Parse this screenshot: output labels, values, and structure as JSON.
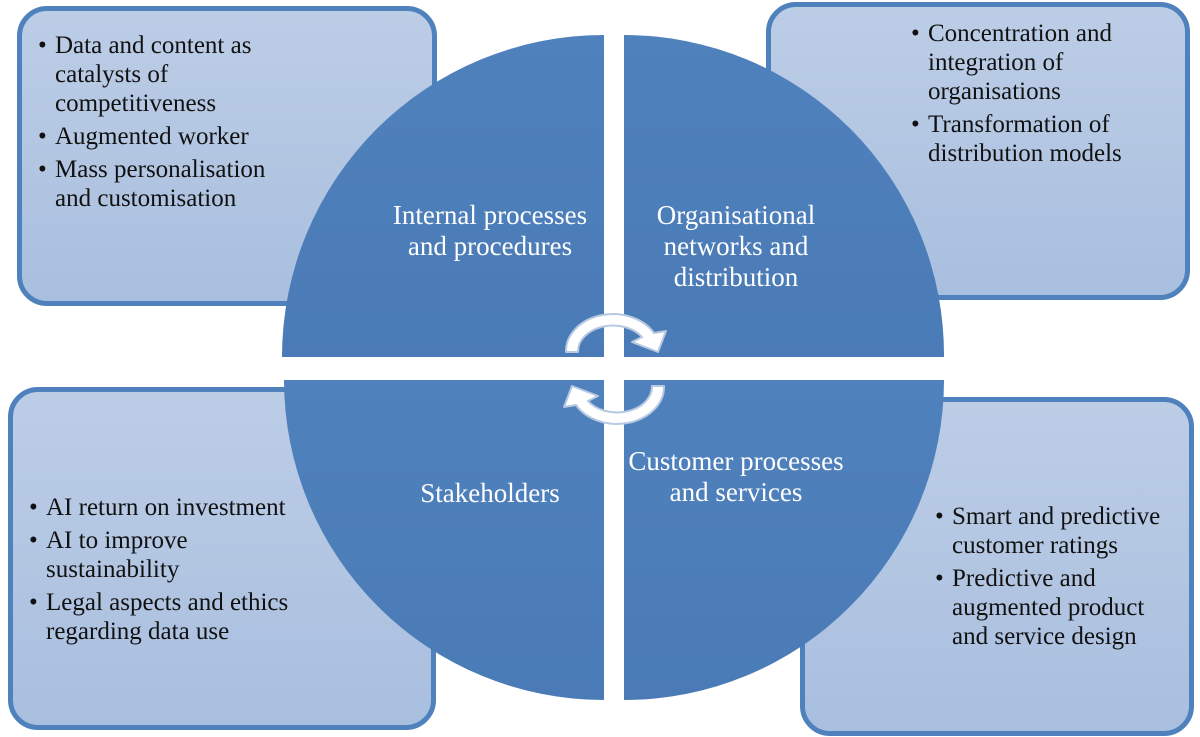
{
  "quadrants": {
    "top_left": {
      "label": "Internal processes and procedures",
      "bullets": [
        "Data and content as catalysts of competitiveness",
        "Augmented worker",
        "Mass personalisation and customisation"
      ]
    },
    "top_right": {
      "label": "Organisational networks and distribution",
      "bullets": [
        "Concentration and integration of organisations",
        "Transformation of distribution models"
      ]
    },
    "bottom_left": {
      "label": "Stakeholders",
      "bullets": [
        "AI return on investment",
        "AI to improve sustainability",
        "Legal aspects and ethics regarding data use"
      ]
    },
    "bottom_right": {
      "label": "Customer processes and services",
      "bullets": [
        "Smart and predictive customer ratings",
        "Predictive and augmented product and service design"
      ]
    }
  },
  "colors": {
    "quadrant_fill": "#4f81bd",
    "box_border": "#4f81bd",
    "box_fill": "#b3c6e3",
    "arrow_fill": "#ffffff",
    "arrow_outline": "#b7c9e2"
  }
}
